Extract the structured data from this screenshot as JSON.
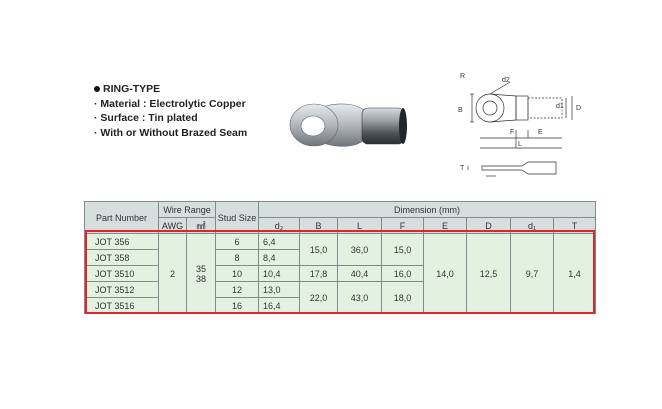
{
  "features": {
    "title": "RING-TYPE",
    "items": [
      "Material : Electrolytic Copper",
      "Surface : Tin plated",
      "With or Without Brazed Seam"
    ]
  },
  "drawing_labels": {
    "r": "R",
    "d2": "d2",
    "b": "B",
    "d1": "d1",
    "d": "D",
    "f": "F",
    "e": "E",
    "l": "L",
    "t": "T"
  },
  "table": {
    "headers": {
      "part_number": "Part Number",
      "wire_range": "Wire Range",
      "awg": "AWG",
      "mm2": "㎟",
      "stud_size": "Stud Size",
      "dimension": "Dimension (mm)",
      "d2": "d₂",
      "b": "B",
      "l": "L",
      "f": "F",
      "e": "E",
      "d": "D",
      "d1": "d₁",
      "t": "T"
    },
    "rows": [
      {
        "part": "JOT 356",
        "stud": "6",
        "d2": "6,4"
      },
      {
        "part": "JOT 358",
        "stud": "8",
        "d2": "8,4"
      },
      {
        "part": "JOT 3510",
        "stud": "10",
        "d2": "10,4"
      },
      {
        "part": "JOT 3512",
        "stud": "12",
        "d2": "13,0"
      },
      {
        "part": "JOT 3516",
        "stud": "16",
        "d2": "16,4"
      }
    ],
    "shared": {
      "awg": "2",
      "mm2_a": "35",
      "mm2_b": "38",
      "group1": {
        "b": "15,0",
        "l": "36,0",
        "f": "15,0"
      },
      "group2": {
        "b": "17,8",
        "l": "40,4",
        "f": "16,0"
      },
      "group3": {
        "b": "22,0",
        "l": "43,0",
        "f": "18,0"
      },
      "e": "14,0",
      "d": "12,5",
      "d1": "9,7",
      "t": "1,4"
    }
  },
  "colors": {
    "header_bg": "#d6dede",
    "cell_bg": "#e3f1e0",
    "highlight": "#e0232c"
  }
}
